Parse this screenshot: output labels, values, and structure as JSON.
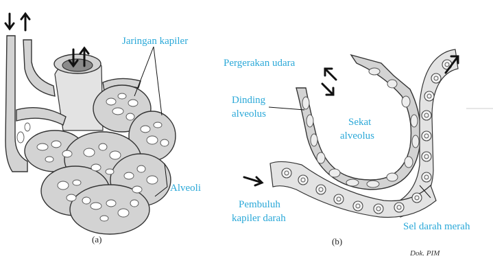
{
  "figure_a": {
    "label_capillary": "Jaringan kapiler",
    "label_alveoli": "Alveoli",
    "caption": "(a)"
  },
  "figure_b": {
    "label_air_movement": "Pergerakan udara",
    "label_wall_line1": "Dinding",
    "label_wall_line2": "alveolus",
    "label_septum_line1": "Sekat",
    "label_septum_line2": "alveolus",
    "label_capillary_line1": "Pembuluh",
    "label_capillary_line2": "kapiler darah",
    "label_rbc": "Sel darah merah",
    "caption": "(b)"
  },
  "credit": "Dok. PIM",
  "colors": {
    "label": "#2aa8d8",
    "tissue": "#d3d3d3",
    "outline": "#333333"
  },
  "icons": [
    "double-arrow-icon",
    "single-arrow-icon"
  ]
}
